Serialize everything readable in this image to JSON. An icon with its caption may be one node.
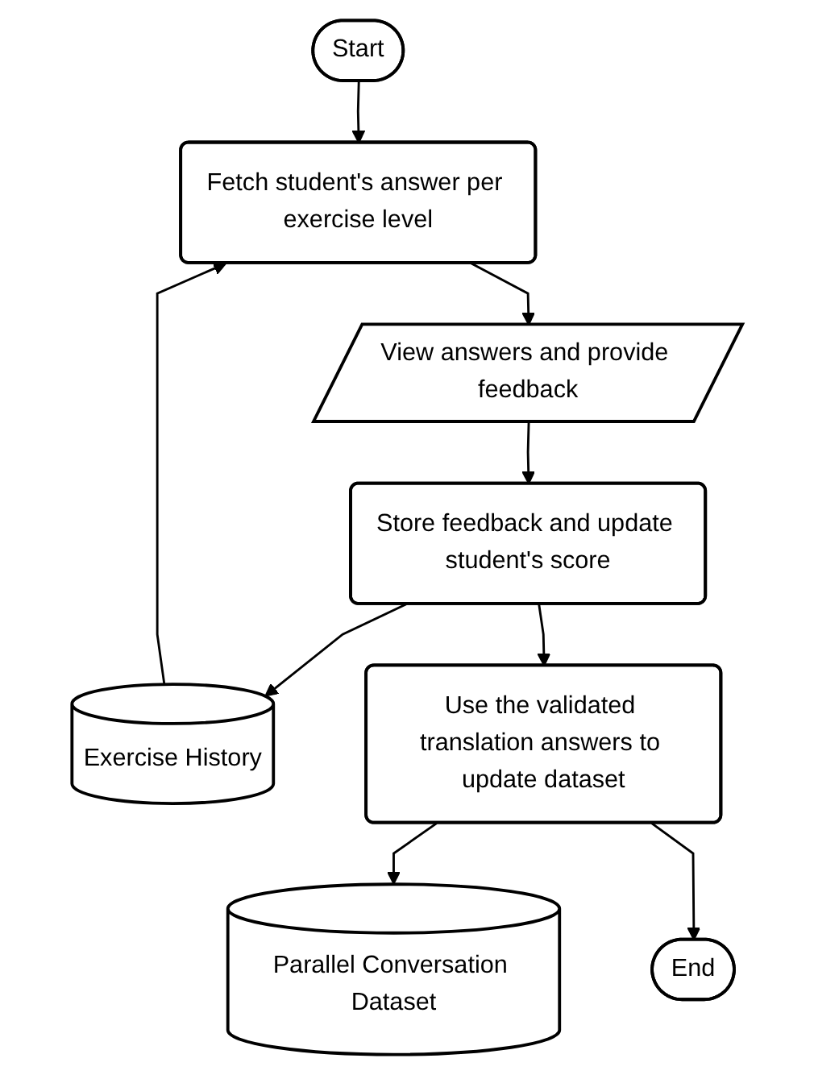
{
  "diagram": {
    "nodes": [
      {
        "text": [
          "Start"
        ]
      },
      {
        "text": [
          "Fetch student's answer per exercise level"
        ]
      },
      {
        "text": [
          "Exercise History"
        ]
      },
      {
        "text": [
          "View answers and provide feedback"
        ]
      },
      {
        "text": [
          "Store feedback and update student's score"
        ]
      },
      {
        "text": [
          "Use the validated translation answers to update dataset"
        ]
      },
      {
        "text": [
          "Parallel Conversation Dataset"
        ]
      },
      {
        "text": [
          "End"
        ]
      }
    ],
    "edges": [
      {
        "from": 0,
        "to": 1,
        "arrow": "to"
      },
      {
        "from": 2,
        "to": 1,
        "arrow": "to"
      },
      {
        "from": 1,
        "to": 3,
        "arrow": "to"
      },
      {
        "from": 3,
        "to": 4,
        "arrow": "to"
      },
      {
        "from": 4,
        "to": 2,
        "arrow": "to"
      },
      {
        "from": 4,
        "to": 5,
        "arrow": "to"
      },
      {
        "from": 5,
        "to": 6,
        "arrow": "to"
      },
      {
        "from": 5,
        "to": 7,
        "arrow": "to"
      }
    ]
  }
}
